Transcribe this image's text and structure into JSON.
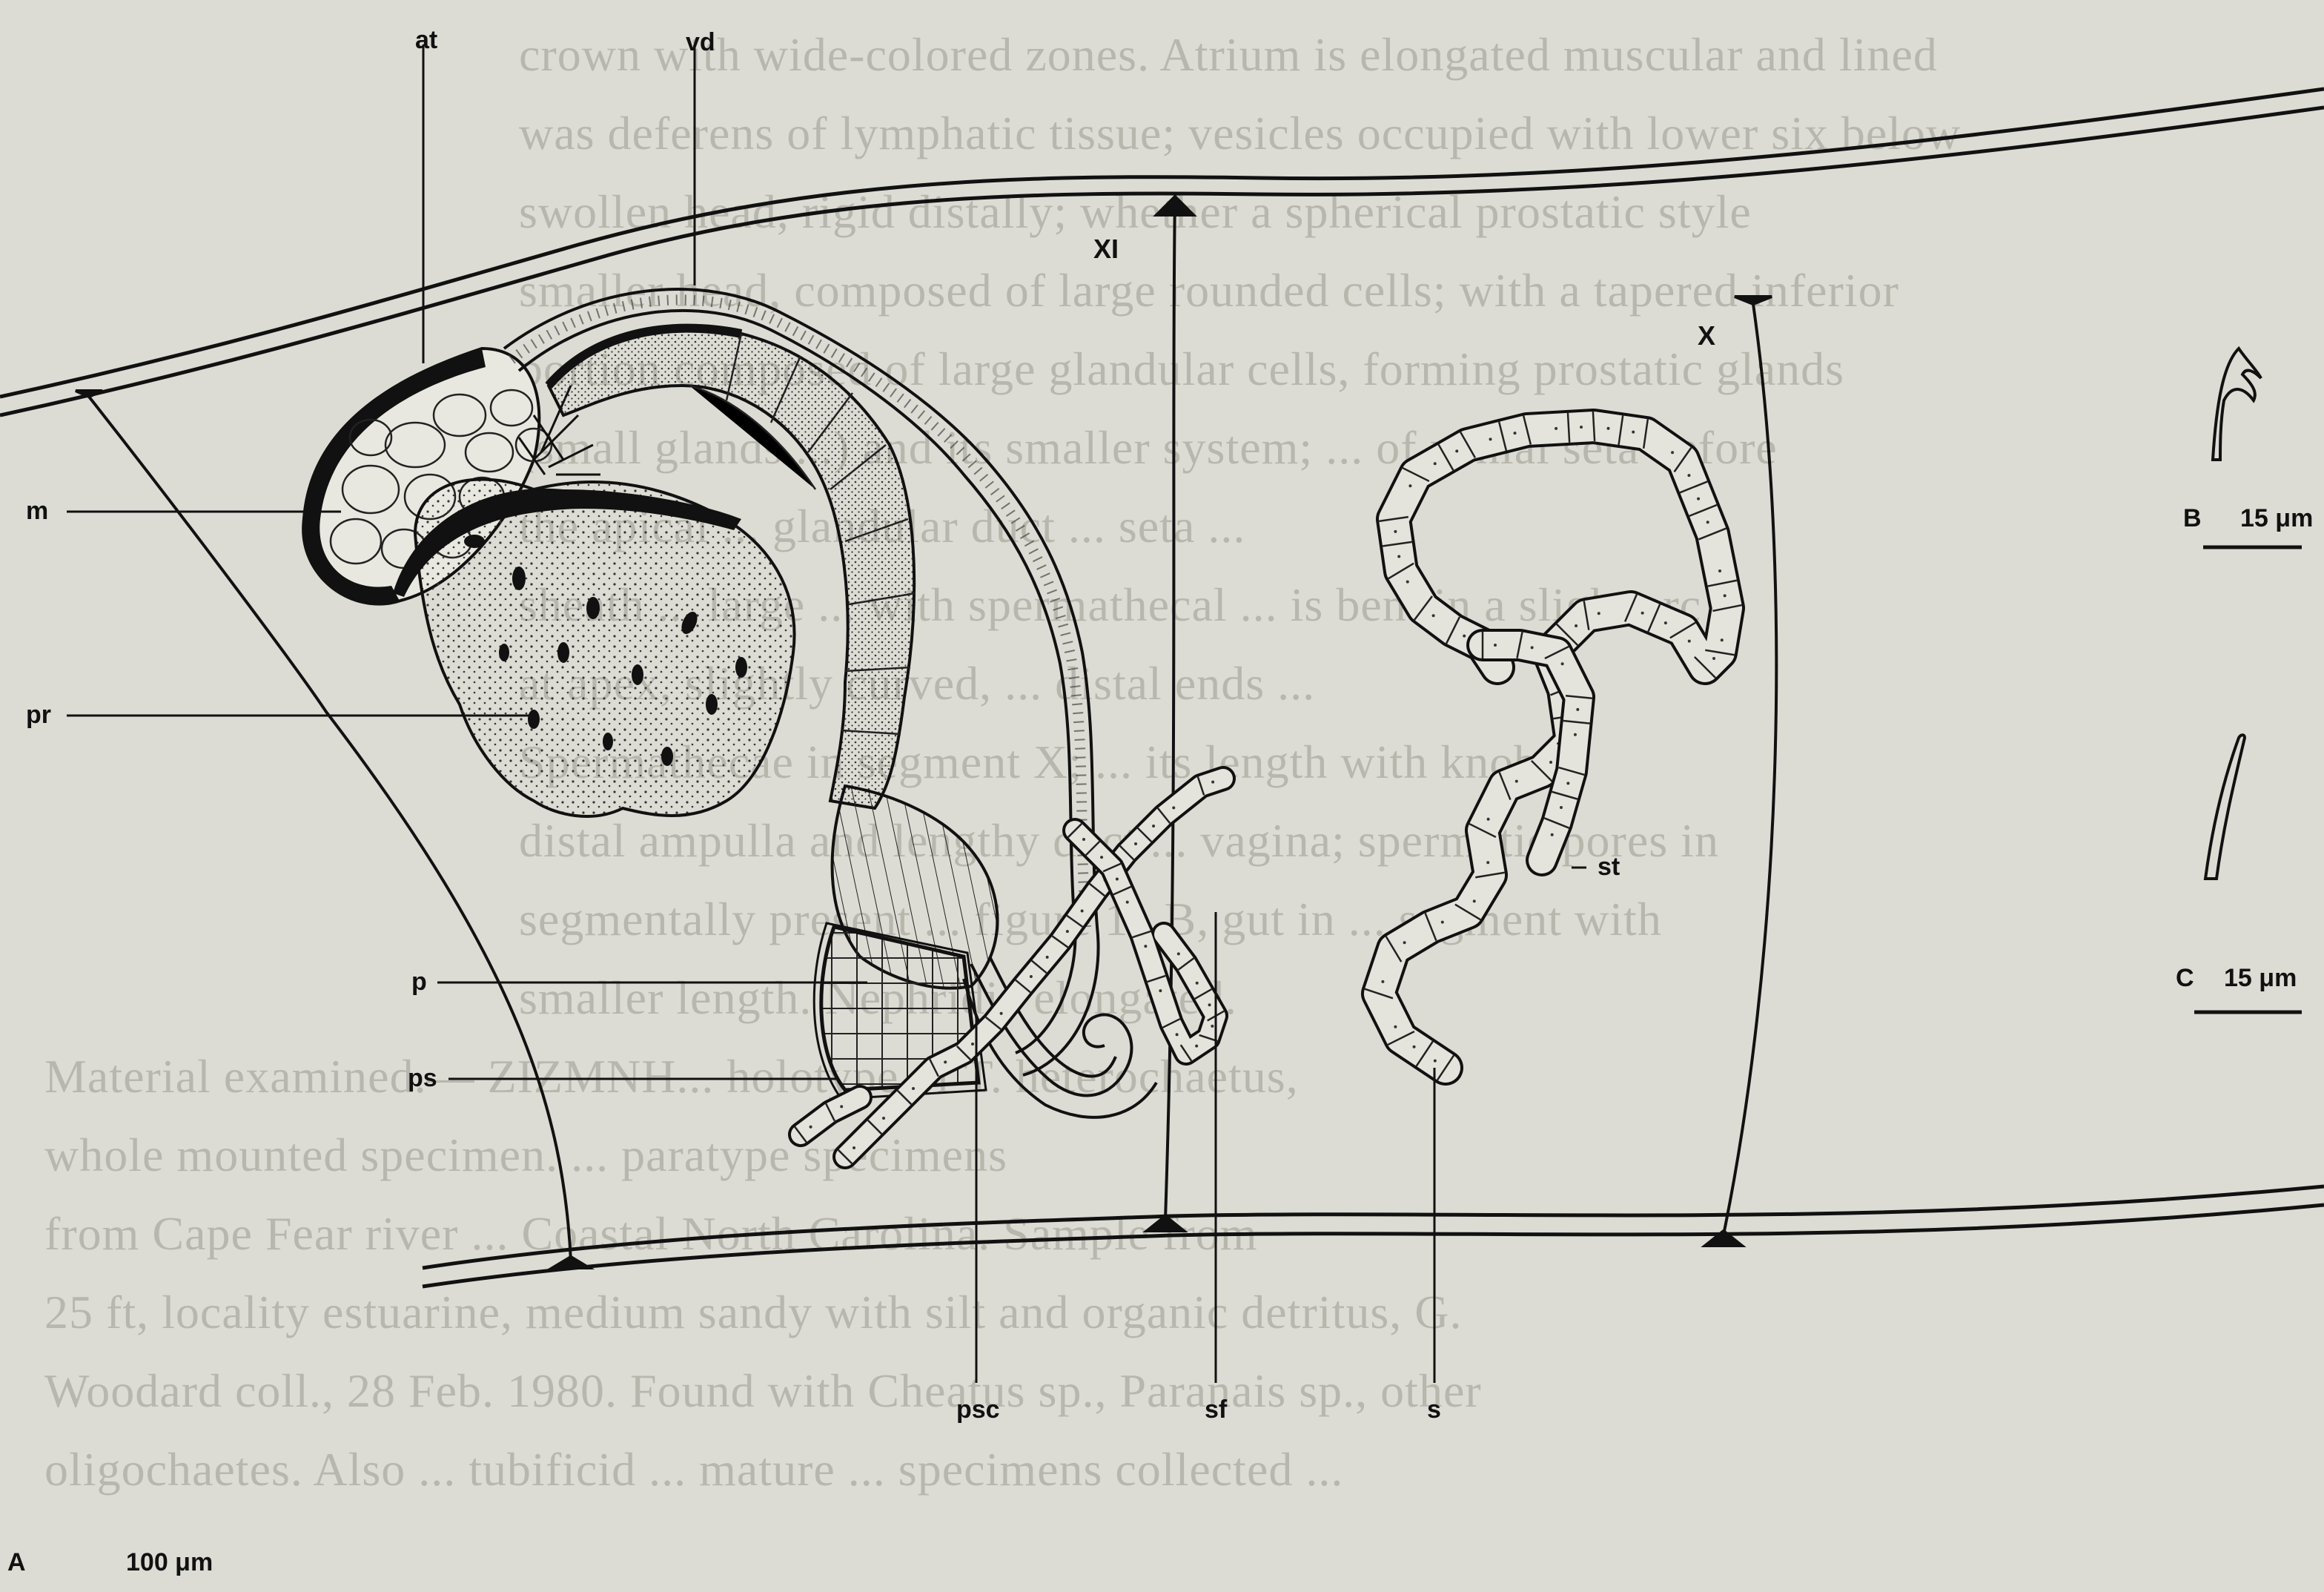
{
  "background_text": [
    "crown with wide-colored zones. Atrium is elongated muscular and lined",
    "was deferens of lymphatic tissue; vesicles occupied with lower six below",
    "swollen head, rigid distally; whether a spherical prostatic style",
    "smaller head, composed of large rounded cells; with a tapered inferior",
    "portion composed of large glandular cells, forming prostatic glands",
    "(small glands ...) and its smaller system; ... of penial seta before",
    "the apical ... glandular duct ... seta ...",
    "sheath ... large ... with spermathecal ... is bent in a slight arc",
    "at apex, slightly curved, ... distal ends ...",
    "Spermathecae in segment X; ... its length with knob",
    "distal ampulla and lengthy duct ... vagina; spermatic pores in",
    "segmentally present ... figure 11 B, gut in ... segment with",
    "smaller length. Nephridia elongated.",
    "Material examined.— ZIZMNH... holotype of T. heterochaetus,",
    "whole mounted specimen. ... paratype specimens",
    "from Cape Fear river ... Coastal North Carolina. Sample from",
    "25 ft, locality estuarine, medium sandy with silt and organic detritus, G.",
    "Woodard coll., 28 Feb. 1980. Found with Cheatus sp., Paranais sp., other",
    "oligochaetes. Also ... tubificid ... mature ... specimens collected ..."
  ],
  "labels": {
    "at": "at",
    "vd": "vd",
    "m": "m",
    "pr": "pr",
    "p": "p",
    "ps": "ps",
    "psc": "psc",
    "sf": "sf",
    "s": "s",
    "st": "st",
    "XI": "XI",
    "X": "X"
  },
  "scalebars": {
    "A": {
      "letter": "A",
      "text": "100 μm"
    },
    "B": {
      "letter": "B",
      "text": "15 μm"
    },
    "C": {
      "letter": "C",
      "text": "15 μm"
    }
  }
}
